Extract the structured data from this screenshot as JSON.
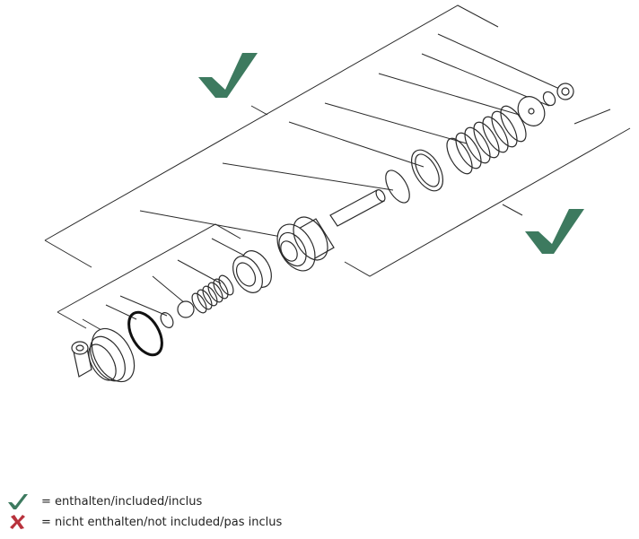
{
  "diagram": {
    "check_color": "#3d7a5f",
    "cross_color": "#b8323c",
    "marks": [
      {
        "name": "included-check-icon-upper-left",
        "icon": "check-mark-icon"
      },
      {
        "name": "included-check-icon-lower-right",
        "icon": "check-mark-icon"
      }
    ]
  },
  "legend": {
    "included": {
      "icon": "check-mark-icon",
      "text": "= enthalten/included/inclus"
    },
    "not_included": {
      "icon": "cross-mark-icon",
      "text": "= nicht enthalten/not included/pas inclus"
    }
  }
}
